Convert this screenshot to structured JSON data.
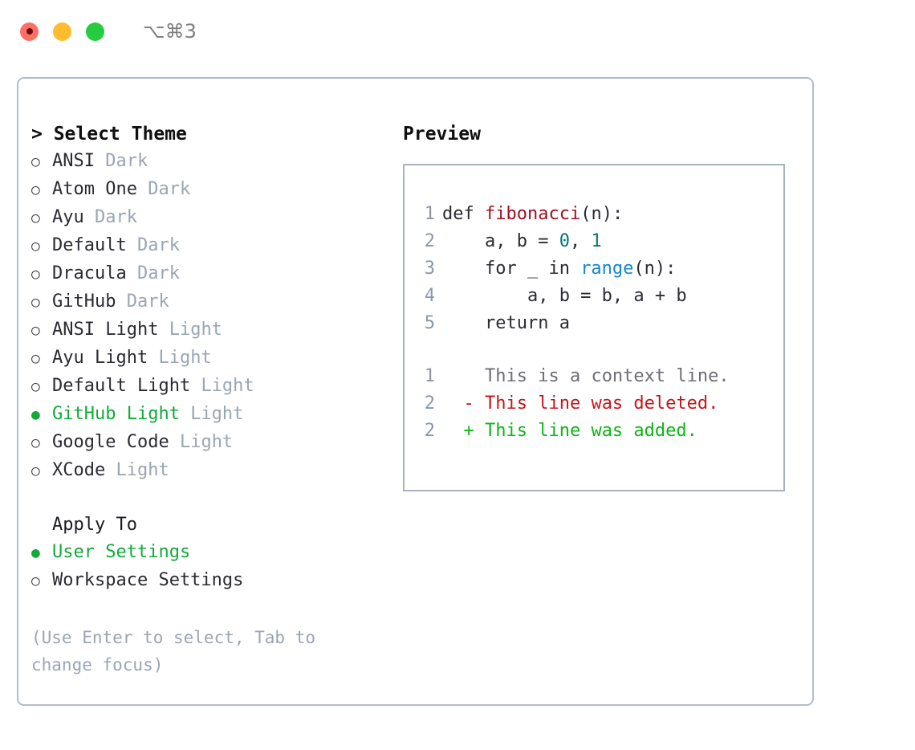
{
  "titlebar": {
    "shortcut": "⌥⌘3",
    "lights": [
      {
        "name": "close",
        "color": "#fd6f64"
      },
      {
        "name": "minimize",
        "color": "#febc2e"
      },
      {
        "name": "maximize",
        "color": "#25cc3f"
      }
    ]
  },
  "left": {
    "header": "> Select Theme",
    "themes": [
      {
        "marker": "○",
        "name": "ANSI",
        "kind": "Dark",
        "selected": false
      },
      {
        "marker": "○",
        "name": "Atom One",
        "kind": "Dark",
        "selected": false
      },
      {
        "marker": "○",
        "name": "Ayu",
        "kind": "Dark",
        "selected": false
      },
      {
        "marker": "○",
        "name": "Default",
        "kind": "Dark",
        "selected": false
      },
      {
        "marker": "○",
        "name": "Dracula",
        "kind": "Dark",
        "selected": false
      },
      {
        "marker": "○",
        "name": "GitHub",
        "kind": "Dark",
        "selected": false
      },
      {
        "marker": "○",
        "name": "ANSI Light",
        "kind": "Light",
        "selected": false
      },
      {
        "marker": "○",
        "name": "Ayu Light",
        "kind": "Light",
        "selected": false
      },
      {
        "marker": "○",
        "name": "Default Light",
        "kind": "Light",
        "selected": false
      },
      {
        "marker": "●",
        "name": "GitHub Light",
        "kind": "Light",
        "selected": true
      },
      {
        "marker": "○",
        "name": "Google Code",
        "kind": "Light",
        "selected": false
      },
      {
        "marker": "○",
        "name": "XCode",
        "kind": "Light",
        "selected": false
      }
    ],
    "apply_to": {
      "title": "Apply To",
      "options": [
        {
          "marker": "●",
          "label": "User Settings",
          "selected": true
        },
        {
          "marker": "○",
          "label": "Workspace Settings",
          "selected": false
        }
      ]
    },
    "hint": "(Use Enter to select, Tab to change focus)"
  },
  "preview": {
    "header": "Preview",
    "code": [
      {
        "ln": "1",
        "parts": [
          {
            "t": "def ",
            "c": "plain"
          },
          {
            "t": "fibonacci",
            "c": "func"
          },
          {
            "t": "(n):",
            "c": "plain"
          }
        ]
      },
      {
        "ln": "2",
        "parts": [
          {
            "t": "    a, b = ",
            "c": "plain"
          },
          {
            "t": "0",
            "c": "num"
          },
          {
            "t": ", ",
            "c": "plain"
          },
          {
            "t": "1",
            "c": "num"
          }
        ]
      },
      {
        "ln": "3",
        "parts": [
          {
            "t": "    for _ in ",
            "c": "plain"
          },
          {
            "t": "range",
            "c": "fn"
          },
          {
            "t": "(n):",
            "c": "plain"
          }
        ]
      },
      {
        "ln": "4",
        "parts": [
          {
            "t": "        a, b = b, a + b",
            "c": "plain"
          }
        ]
      },
      {
        "ln": "5",
        "parts": [
          {
            "t": "    return a",
            "c": "plain"
          }
        ]
      }
    ],
    "diff": [
      {
        "ln": "1",
        "sign": " ",
        "text": " This is a context line.",
        "kind": "context"
      },
      {
        "ln": "2",
        "sign": "-",
        "text": " This line was deleted.",
        "kind": "deleted"
      },
      {
        "ln": "2",
        "sign": "+",
        "text": " This line was added.",
        "kind": "added"
      }
    ]
  },
  "colors": {
    "accent_green": "#12ab3a",
    "muted": "#9aa5b4",
    "border": "#b2bcca",
    "preview_border": "#a7b2c0",
    "syntax_function": "#a01020",
    "syntax_number": "#007878",
    "syntax_builtin": "#1388c9",
    "diff_deleted": "#c7161a",
    "diff_added": "#0bb613",
    "diff_context": "#6d6d75"
  }
}
